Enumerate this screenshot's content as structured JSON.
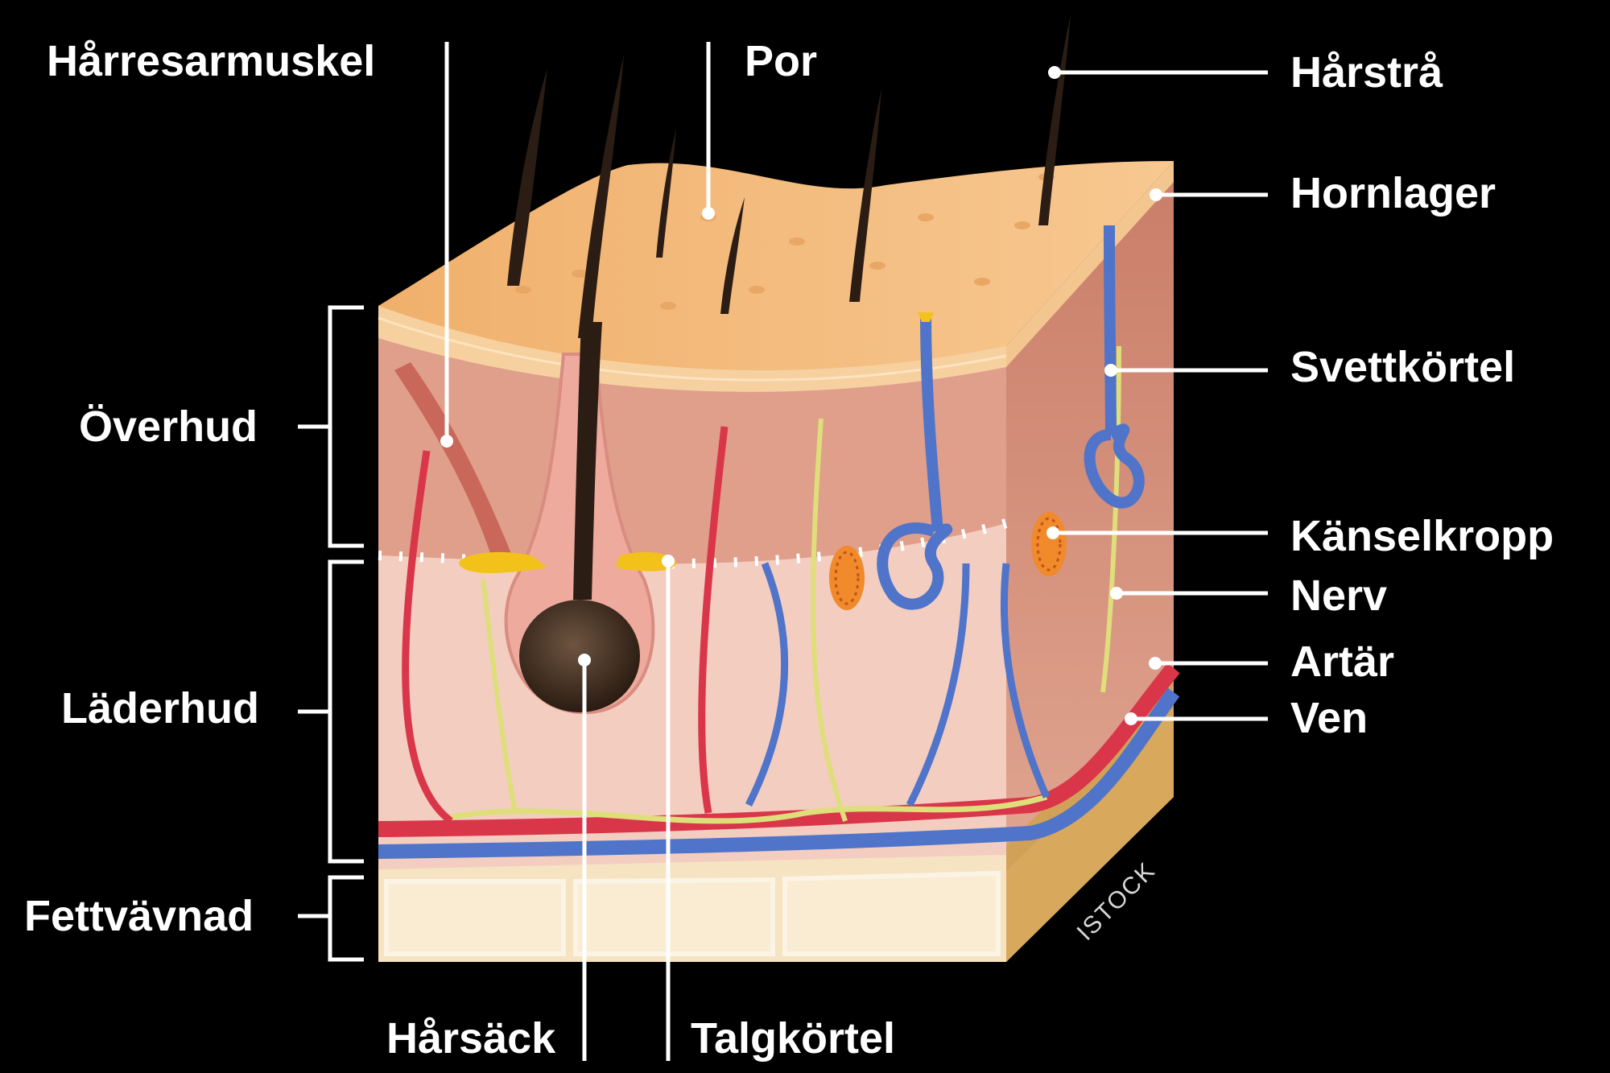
{
  "labels": {
    "arrector_muscle": "Hårresarmuskel",
    "pore": "Por",
    "hair_shaft": "Hårstrå",
    "stratum_corneum": "Hornlager",
    "sweat_gland": "Svettkörtel",
    "epidermis": "Överhud",
    "sensory_corpuscle": "Känselkropp",
    "nerve": "Nerv",
    "artery": "Artär",
    "vein": "Ven",
    "dermis": "Läderhud",
    "fat_tissue": "Fettvävnad",
    "hair_follicle": "Hårsäck",
    "sebaceous_gland": "Talgkörtel"
  },
  "credit": "ISTOCK",
  "colors": {
    "background": "#000000",
    "label": "#ffffff",
    "skin_top": "#f1b574",
    "epidermis": "#e0a08c",
    "dermis": "#f3cdc0",
    "fat": "#f6e3c2",
    "artery": "#d9364a",
    "vein": "#4f74c9",
    "nerve": "#dede7a",
    "hair": "#2b1d14",
    "sebaceous": "#f2c21a"
  }
}
